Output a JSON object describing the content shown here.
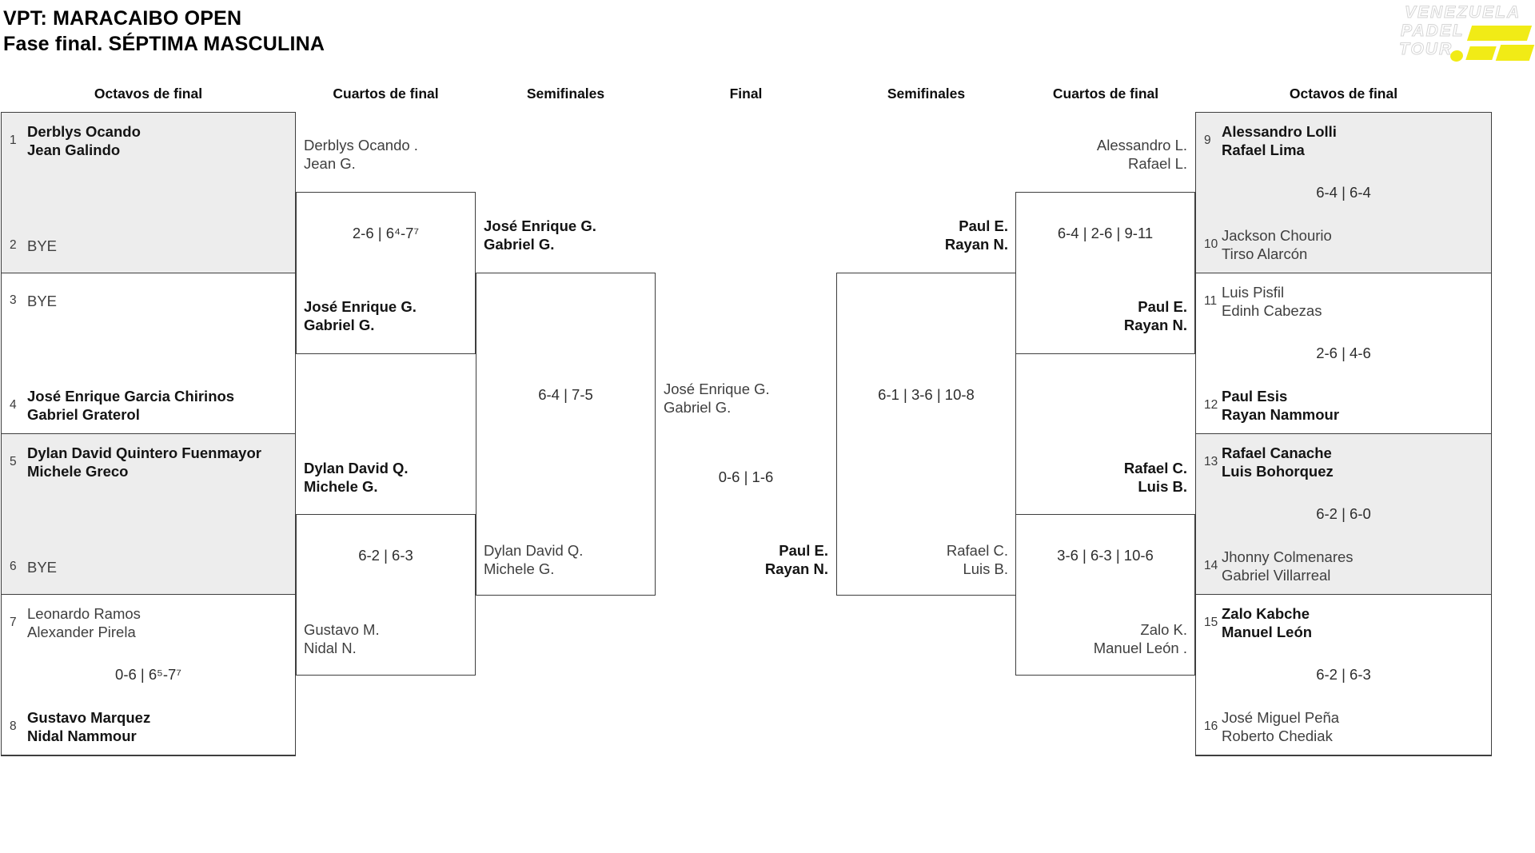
{
  "title": {
    "line1": "VPT: MARACAIBO OPEN",
    "line2": "Fase final. SÉPTIMA MASCULINA"
  },
  "logo": {
    "line1": "VENEZUELA",
    "line2": "PADEL",
    "line3": "TOUR",
    "accent_color": "#F1EB16"
  },
  "headers": [
    "Octavos de final",
    "Cuartos de final",
    "Semifinales",
    "Final",
    "Semifinales",
    "Cuartos de final",
    "Octavos de final"
  ],
  "r16_left": [
    {
      "seed_top": "1",
      "team_top": [
        "Derblys Ocando",
        "Jean Galindo"
      ],
      "score": "",
      "seed_bottom": "2",
      "team_bottom": [
        "BYE"
      ]
    },
    {
      "seed_top": "3",
      "team_top": [
        "BYE"
      ],
      "score": "",
      "seed_bottom": "4",
      "team_bottom": [
        "José Enrique Garcia Chirinos",
        "Gabriel Graterol"
      ]
    },
    {
      "seed_top": "5",
      "team_top": [
        "Dylan David Quintero Fuenmayor",
        "Michele Greco"
      ],
      "score": "",
      "seed_bottom": "6",
      "team_bottom": [
        "BYE"
      ]
    },
    {
      "seed_top": "7",
      "team_top": [
        "Leonardo Ramos",
        "Alexander Pirela"
      ],
      "score": "0-6 | 6⁵-7⁷",
      "seed_bottom": "8",
      "team_bottom": [
        "Gustavo Marquez",
        "Nidal Nammour"
      ]
    }
  ],
  "r16_right": [
    {
      "seed_top": "9",
      "team_top": [
        "Alessandro Lolli",
        "Rafael Lima"
      ],
      "score": "6-4 | 6-4",
      "seed_bottom": "10",
      "team_bottom": [
        "Jackson Chourio",
        "Tirso Alarcón"
      ]
    },
    {
      "seed_top": "11",
      "team_top": [
        "Luis Pisfil",
        "Edinh Cabezas"
      ],
      "score": "2-6 | 4-6",
      "seed_bottom": "12",
      "team_bottom": [
        "Paul Esis",
        "Rayan Nammour"
      ]
    },
    {
      "seed_top": "13",
      "team_top": [
        "Rafael Canache",
        "Luis Bohorquez"
      ],
      "score": "6-2 | 6-0",
      "seed_bottom": "14",
      "team_bottom": [
        "Jhonny Colmenares",
        "Gabriel Villarreal"
      ]
    },
    {
      "seed_top": "15",
      "team_top": [
        "Zalo Kabche",
        "Manuel León"
      ],
      "score": "6-2 | 6-3",
      "seed_bottom": "16",
      "team_bottom": [
        "José Miguel Peña",
        "Roberto Chediak"
      ]
    }
  ],
  "qf_left": [
    {
      "team_top": [
        "Derblys Ocando .",
        "Jean G."
      ],
      "score": "2-6 | 6⁴-7⁷",
      "team_bottom": [
        "José Enrique G.",
        "Gabriel G."
      ]
    },
    {
      "team_top": [
        "Dylan David Q.",
        "Michele G."
      ],
      "score": "6-2 | 6-3",
      "team_bottom": [
        "Gustavo M.",
        "Nidal N."
      ]
    }
  ],
  "qf_right": [
    {
      "team_top": [
        "Alessandro L.",
        "Rafael L."
      ],
      "score": "6-4 | 2-6 | 9-11",
      "team_bottom": [
        "Paul E.",
        "Rayan N."
      ]
    },
    {
      "team_top": [
        "Rafael C.",
        "Luis B."
      ],
      "score": "3-6 | 6-3 | 10-6",
      "team_bottom": [
        "Zalo K.",
        "Manuel León ."
      ]
    }
  ],
  "sf_left": {
    "team_top": [
      "José Enrique G.",
      "Gabriel G."
    ],
    "score": "6-4 | 7-5",
    "team_bottom": [
      "Dylan David Q.",
      "Michele G."
    ]
  },
  "sf_right": {
    "team_top": [
      "Paul E.",
      "Rayan N."
    ],
    "score": "6-1 | 3-6 | 10-8",
    "team_bottom": [
      "Rafael C.",
      "Luis B."
    ]
  },
  "final": {
    "team_left": [
      "José Enrique G.",
      "Gabriel G."
    ],
    "score": "0-6 | 1-6",
    "team_right": [
      "Paul E.",
      "Rayan N."
    ]
  }
}
